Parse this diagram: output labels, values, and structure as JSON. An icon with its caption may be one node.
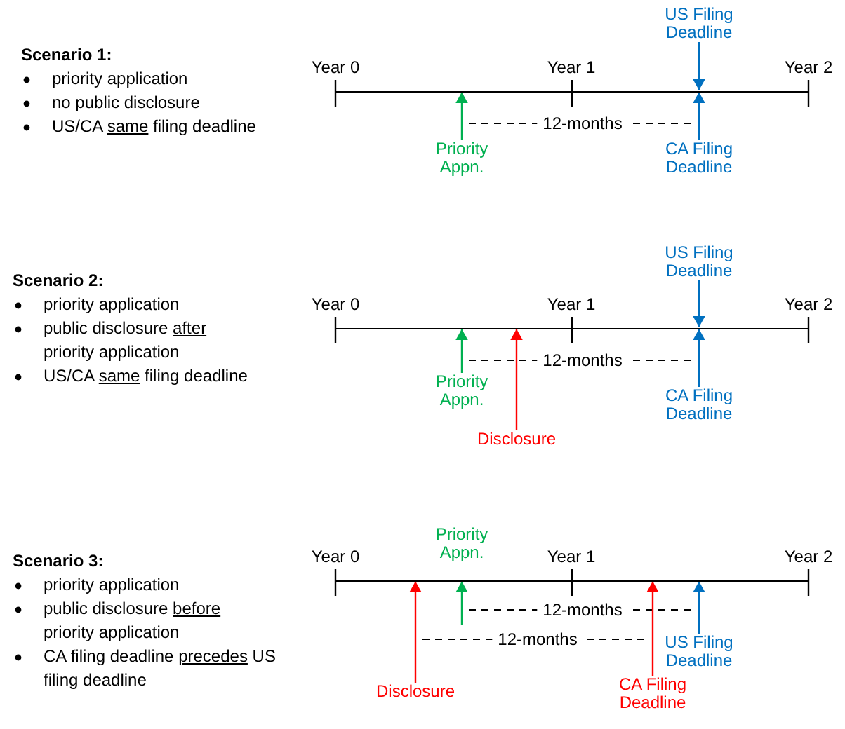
{
  "diagram": {
    "nodes": [
      {
        "text": [],
        "shape": "bar"
      },
      {
        "text": [
          "US Filing Deadline"
        ]
      },
      {
        "text": [
          "Priority Appn."
        ]
      },
      {
        "text": [
          "CA Filing Deadline"
        ]
      },
      {
        "text": [],
        "shape": "bar"
      },
      {
        "text": [
          "US Filing Deadline"
        ]
      },
      {
        "text": [
          "Priority Appn."
        ]
      },
      {
        "text": [
          "CA Filing Deadline"
        ]
      },
      {
        "text": [
          "Disclosure"
        ]
      },
      {
        "text": [],
        "shape": "bar"
      },
      {
        "text": [
          "US Filing Deadline"
        ]
      },
      {
        "text": [
          "Disclosure"
        ]
      },
      {
        "text": [
          "CA Filing Deadline"
        ]
      }
    ],
    "edges": [
      {
        "from": 1,
        "to": 0,
        "arrow": "to",
        "color": "#0070c0"
      },
      {
        "from": 2,
        "to": 0,
        "arrow": "to",
        "color": "#00b050"
      },
      {
        "from": 3,
        "to": 0,
        "arrow": "to",
        "color": "#0070c0"
      },
      {
        "from": 5,
        "to": 4,
        "arrow": "to",
        "color": "#0070c0"
      },
      {
        "from": 6,
        "to": 4,
        "arrow": "to",
        "color": "#00b050"
      },
      {
        "from": 7,
        "to": 4,
        "arrow": "to",
        "color": "#0070c0"
      },
      {
        "from": 8,
        "to": 4,
        "arrow": "to",
        "color": "#ff0000"
      },
      {
        "from": null,
        "to": 9,
        "arrow": "to",
        "color": "#00b050"
      },
      {
        "from": 10,
        "to": 9,
        "arrow": "to",
        "color": "#0070c0"
      },
      {
        "from": 11,
        "to": 9,
        "arrow": "to",
        "color": "#ff0000"
      },
      {
        "from": 12,
        "to": 9,
        "arrow": "to",
        "color": "#ff0000"
      }
    ],
    "labels": [
      "Scenario 1:",
      "priority application",
      "no public disclosure",
      "US/CA *same* filing deadline",
      "Year 0",
      "Year 1",
      "Year 2",
      "12-months",
      "Scenario 2:",
      "priority application",
      "public disclosure *after* priority application",
      "US/CA *same* filing deadline",
      "Year 0",
      "Year 1",
      "Year 2",
      "12-months",
      "Priority Appn.",
      "Scenario 3:",
      "priority application",
      "public disclosure *before* priority application",
      "CA filing deadline *precedes* US filing deadline",
      "Year 0",
      "Year 1",
      "Year 2",
      "12-months",
      "12-months"
    ]
  }
}
